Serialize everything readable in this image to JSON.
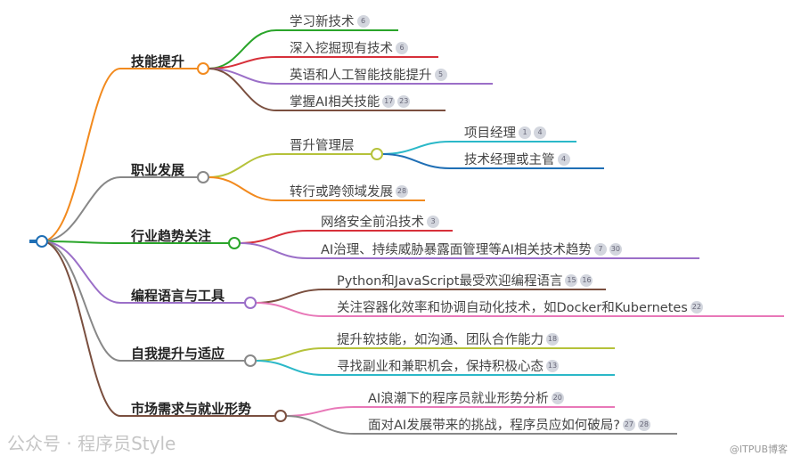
{
  "branches": [
    {
      "label": "技能提升",
      "children": [
        {
          "label": "学习新技术",
          "badges": [
            "6"
          ]
        },
        {
          "label": "深入挖掘现有技术",
          "badges": [
            "6"
          ]
        },
        {
          "label": "英语和人工智能技能提升",
          "badges": [
            "5"
          ]
        },
        {
          "label": "掌握AI相关技能",
          "badges": [
            "17",
            "23"
          ]
        }
      ]
    },
    {
      "label": "职业发展",
      "children": [
        {
          "label": "晋升管理层",
          "children": [
            {
              "label": "项目经理",
              "badges": [
                "1",
                "4"
              ]
            },
            {
              "label": "技术经理或主管",
              "badges": [
                "4"
              ]
            }
          ]
        },
        {
          "label": "转行或跨领域发展",
          "badges": [
            "28"
          ]
        }
      ]
    },
    {
      "label": "行业趋势关注",
      "children": [
        {
          "label": "网络安全前沿技术",
          "badges": [
            "3"
          ]
        },
        {
          "label": "AI治理、持续威胁暴露面管理等AI相关技术趋势",
          "badges": [
            "7",
            "30"
          ]
        }
      ]
    },
    {
      "label": "编程语言与工具",
      "children": [
        {
          "label": "Python和JavaScript最受欢迎编程语言",
          "badges": [
            "15",
            "16"
          ]
        },
        {
          "label": "关注容器化效率和协调自动化技术，如Docker和Kubernetes",
          "badges": [
            "22"
          ]
        }
      ]
    },
    {
      "label": "自我提升与适应",
      "children": [
        {
          "label": "提升软技能，如沟通、团队合作能力",
          "badges": [
            "18"
          ]
        },
        {
          "label": "寻找副业和兼职机会，保持积极心态",
          "badges": [
            "13"
          ]
        }
      ]
    },
    {
      "label": "市场需求与就业形势",
      "children": [
        {
          "label": "AI浪潮下的程序员就业形势分析",
          "badges": [
            "20"
          ]
        },
        {
          "label": "面对AI发展带来的挑战，程序员应如何破局?",
          "badges": [
            "27",
            "28"
          ]
        }
      ]
    }
  ],
  "watermark": "公众号 · 程序员Style",
  "source": "@ITPUB博客"
}
